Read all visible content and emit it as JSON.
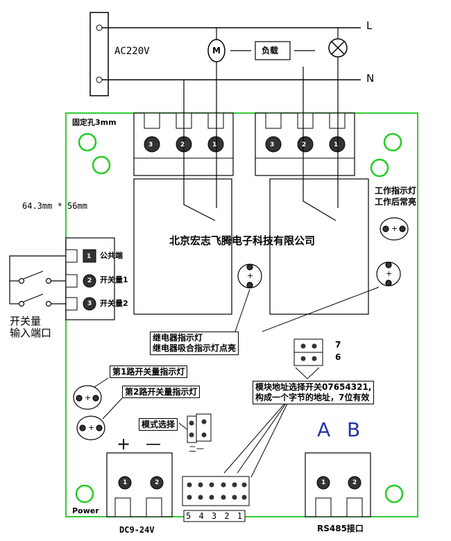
{
  "power_line": {
    "l_label": "L",
    "n_label": "N",
    "source_label": "AC220V",
    "motor_label": "M",
    "load_label": "负载"
  },
  "board": {
    "mount_hole_label": "固定孔3mm",
    "size_label": "64.3mm * 56mm",
    "company_label": "北京宏志飞腾电子科技有限公司",
    "terminal_left": [
      "3",
      "2",
      "1"
    ],
    "terminal_right": [
      "3",
      "2",
      "1"
    ],
    "work_led_line1": "工作指示灯",
    "work_led_line2": "工作后常亮",
    "relay_led_line1": "继电器指示灯",
    "relay_led_line2": "继电器吸合指示灯点亮",
    "led_polarity": "+"
  },
  "inputs": {
    "common_label": "公共端",
    "switch1_label": "开关量1",
    "switch2_label": "开关量2",
    "pin_numbers": [
      "1",
      "2",
      "3"
    ],
    "port_line1": "开关量",
    "port_line2": "输入端口",
    "ch1_led_label": "第1路开关量指示灯",
    "ch2_led_label": "第2路开关量指示灯"
  },
  "address": {
    "bit7": "7",
    "bit6": "6",
    "desc_line1": "模块地址选择开关07654321,",
    "desc_line2": "构成一个字节的地址，7位有效",
    "dip_numbers": "5 4 3 2 1"
  },
  "mode": {
    "label": "模式选择",
    "sub_label": "二一"
  },
  "power": {
    "plus": "+",
    "minus": "—",
    "pin1": "1",
    "pin2": "2",
    "label": "DC9-24V",
    "corner_label": "Power"
  },
  "rs485": {
    "a_label": "A",
    "b_label": "B",
    "pin1": "1",
    "pin2": "2",
    "label": "RS485接口"
  }
}
